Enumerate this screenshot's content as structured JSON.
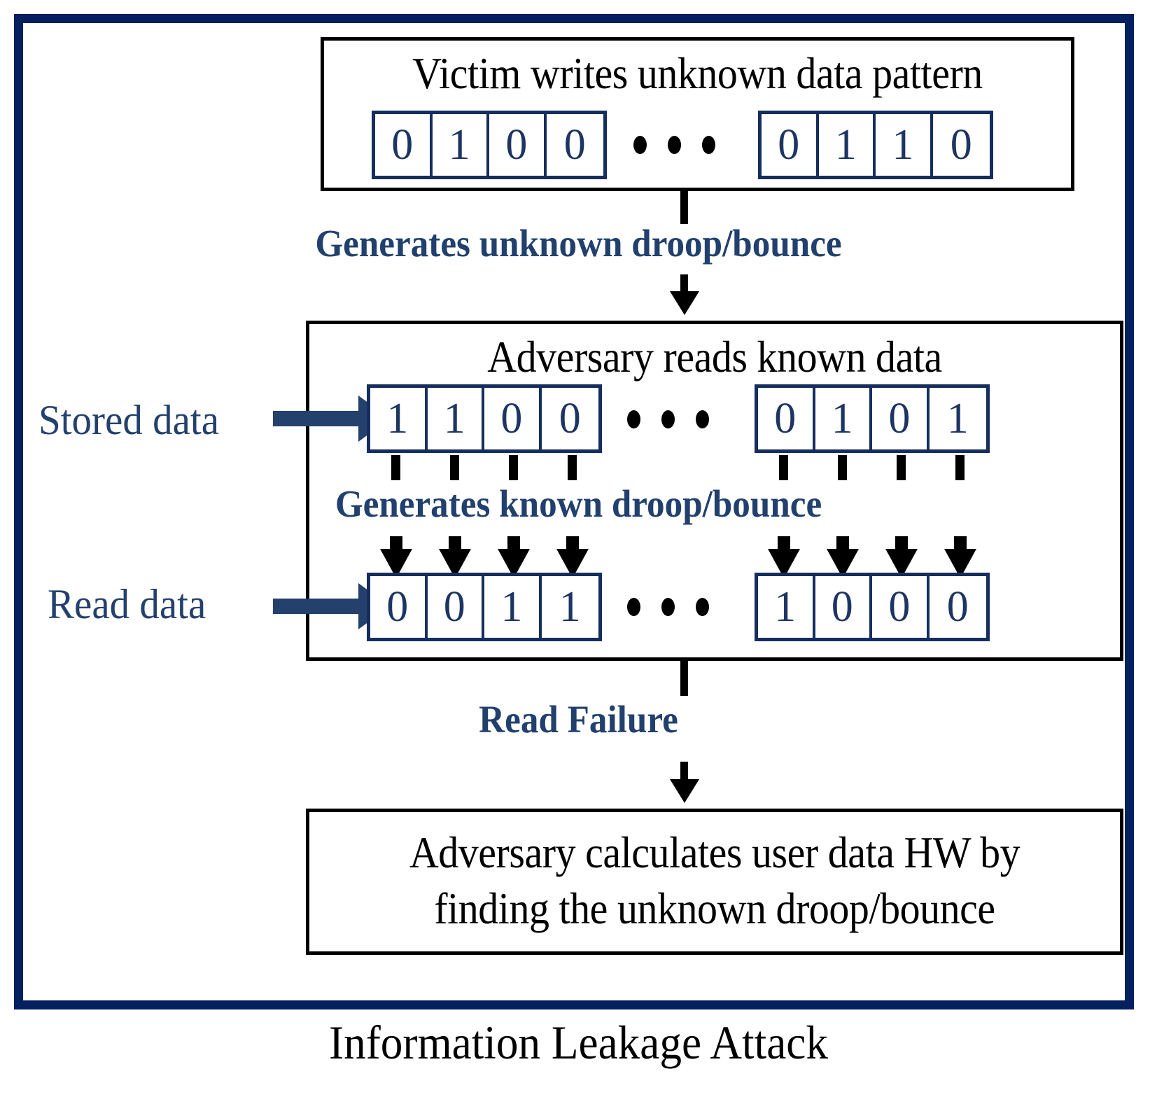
{
  "figure": {
    "caption": "Information Leakage Attack",
    "accent_navy": "#21406e",
    "frame_navy": "#04205e",
    "cell_navy": "#152e5e",
    "box_black": "#000000"
  },
  "stage_victim": {
    "title": "Victim writes unknown data pattern",
    "left_bits": [
      "0",
      "1",
      "0",
      "0"
    ],
    "right_bits": [
      "0",
      "1",
      "1",
      "0"
    ],
    "ellipsis": "•••"
  },
  "connector_1": {
    "label": "Generates unknown droop/bounce"
  },
  "stage_adversary": {
    "title": "Adversary reads known data",
    "stored_label": "Stored data",
    "stored_left_bits": [
      "1",
      "1",
      "0",
      "0"
    ],
    "stored_right_bits": [
      "0",
      "1",
      "0",
      "1"
    ],
    "inner_label": "Generates known droop/bounce",
    "read_label": "Read data",
    "read_left_bits": [
      "0",
      "0",
      "1",
      "1"
    ],
    "read_right_bits": [
      "1",
      "0",
      "0",
      "0"
    ],
    "ellipsis": "•••"
  },
  "connector_2": {
    "label": "Read Failure"
  },
  "stage_result": {
    "title_line1": "Adversary calculates user data HW by",
    "title_line2": "finding the unknown droop/bounce"
  }
}
